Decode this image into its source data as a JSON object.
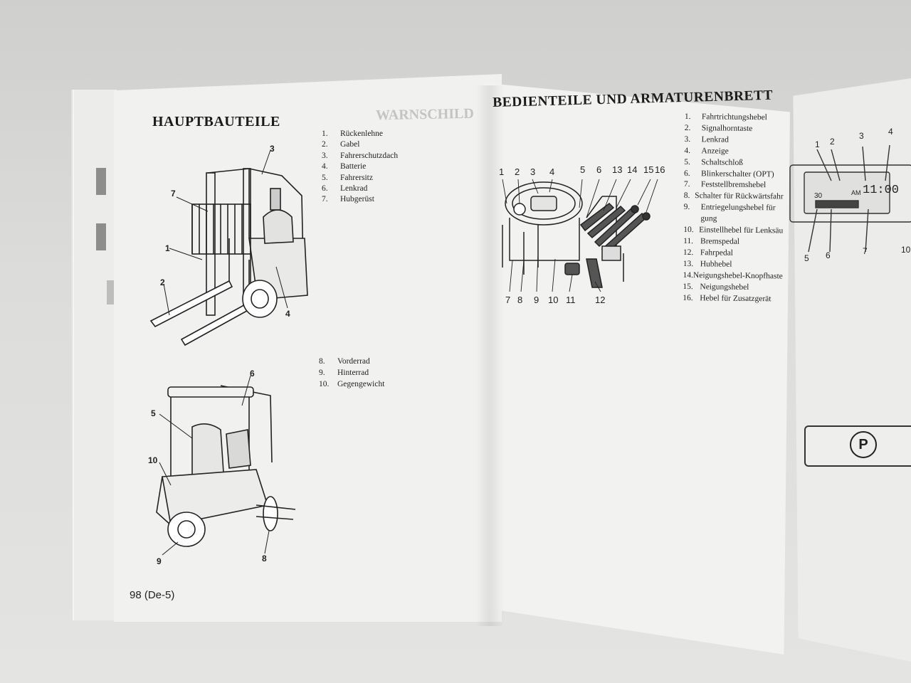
{
  "left_page": {
    "title": "HAUPTBAUTEILE",
    "parts_a": [
      {
        "num": "1.",
        "label": "Rückenlehne"
      },
      {
        "num": "2.",
        "label": "Gabel"
      },
      {
        "num": "3.",
        "label": "Fahrerschutzdach"
      },
      {
        "num": "4.",
        "label": "Batterie"
      },
      {
        "num": "5.",
        "label": "Fahrersitz"
      },
      {
        "num": "6.",
        "label": "Lenkrad"
      },
      {
        "num": "7.",
        "label": "Hubgerüst"
      }
    ],
    "parts_b": [
      {
        "num": "8.",
        "label": "Vorderrad"
      },
      {
        "num": "9.",
        "label": "Hinterrad"
      },
      {
        "num": "10.",
        "label": "Gegengewicht"
      }
    ],
    "fig1_callouts": [
      "1",
      "2",
      "3",
      "4",
      "7"
    ],
    "fig2_callouts": [
      "5",
      "6",
      "8",
      "9",
      "10"
    ],
    "page_number": "98 (De-5)"
  },
  "right_page": {
    "title": "BEDIENTEILE UND ARMATURENBRETT",
    "controls": [
      {
        "num": "1.",
        "label": "Fahrtrichtungshebel"
      },
      {
        "num": "2.",
        "label": "Signalhorntaste"
      },
      {
        "num": "3.",
        "label": "Lenkrad"
      },
      {
        "num": "4.",
        "label": "Anzeige"
      },
      {
        "num": "5.",
        "label": "Schaltschloß"
      },
      {
        "num": "6.",
        "label": "Blinkerschalter (OPT)"
      },
      {
        "num": "7.",
        "label": "Feststellbremshebel"
      },
      {
        "num": "8.",
        "label": "Schalter für Rückwärtsfahr"
      },
      {
        "num": "9.",
        "label": "Entriegelungshebel für"
      },
      {
        "num": "",
        "label": "gung"
      },
      {
        "num": "10.",
        "label": "Einstellhebel für Lenksäu"
      },
      {
        "num": "11.",
        "label": "Bremspedal"
      },
      {
        "num": "12.",
        "label": "Fahrpedal"
      },
      {
        "num": "13.",
        "label": "Hubhebel"
      },
      {
        "num": "14.",
        "label": "Neigungshebel-Knopfhaster"
      },
      {
        "num": "15.",
        "label": "Neigungshebel"
      },
      {
        "num": "16.",
        "label": "Hebel für Zusatzgerät"
      }
    ],
    "dash_top_callouts": [
      "1",
      "2",
      "3",
      "4",
      "5",
      "6",
      "13",
      "14",
      "15",
      "16"
    ],
    "dash_bottom_callouts": [
      "7",
      "8",
      "9",
      "10",
      "11",
      "12"
    ]
  },
  "next_page": {
    "top_callouts": [
      "1",
      "2",
      "3",
      "4"
    ],
    "bottom_callouts": [
      "5",
      "6",
      "7",
      "10"
    ],
    "display_time": "11:00",
    "display_am": "AM",
    "display_speed": "30",
    "parking_symbol": "P"
  }
}
